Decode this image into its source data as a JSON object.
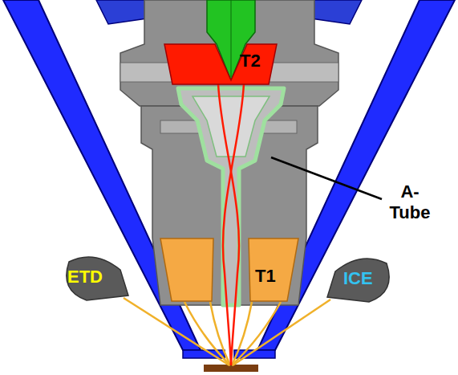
{
  "diagram": {
    "nodes": [
      {
        "text": [
          "T2"
        ]
      },
      {
        "text": [
          "T1"
        ]
      },
      {
        "text": [
          "ETD"
        ]
      },
      {
        "text": [
          "ICE"
        ]
      }
    ],
    "labels": [
      "A- Tube"
    ]
  }
}
